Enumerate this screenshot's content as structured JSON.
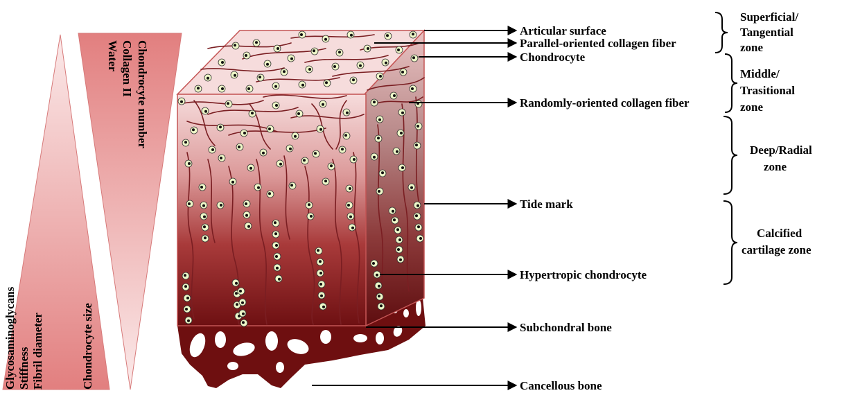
{
  "gradients": {
    "increasing_down": [
      "Glycosaminoglycans",
      "Stiffness",
      "Fibril diameter",
      "Chondrocyte size"
    ],
    "decreasing_down": [
      "Chondrocyte number",
      "Collagen II",
      "Water"
    ]
  },
  "labels": {
    "articular_surface": "Articular surface",
    "parallel_fiber": "Parallel-oriented collagen fiber",
    "chondrocyte": "Chondrocyte",
    "random_fiber": "Randomly-oriented collagen fiber",
    "tide_mark": "Tide mark",
    "hypertropic": "Hypertropic chondrocyte",
    "subchondral": "Subchondral bone",
    "cancellous": "Cancellous bone"
  },
  "zones": {
    "superficial": [
      "Superficial/",
      "Tangential",
      "zone"
    ],
    "middle": [
      "Middle/",
      "Trasitional",
      "zone"
    ],
    "deep": [
      "Deep/Radial",
      "zone"
    ],
    "calcified": [
      "Calcified",
      "cartilage zone"
    ]
  },
  "colors": {
    "cartilage_top": "#f6dcdc",
    "cartilage_mid": "#c76a6a",
    "cartilage_bottom": "#7a1414",
    "bone": "#6e0f10",
    "fiber": "#7a1e22",
    "cell_fill": "#eef7c8",
    "cell_nucleus": "#111111",
    "triangle": "#e08a8a"
  }
}
